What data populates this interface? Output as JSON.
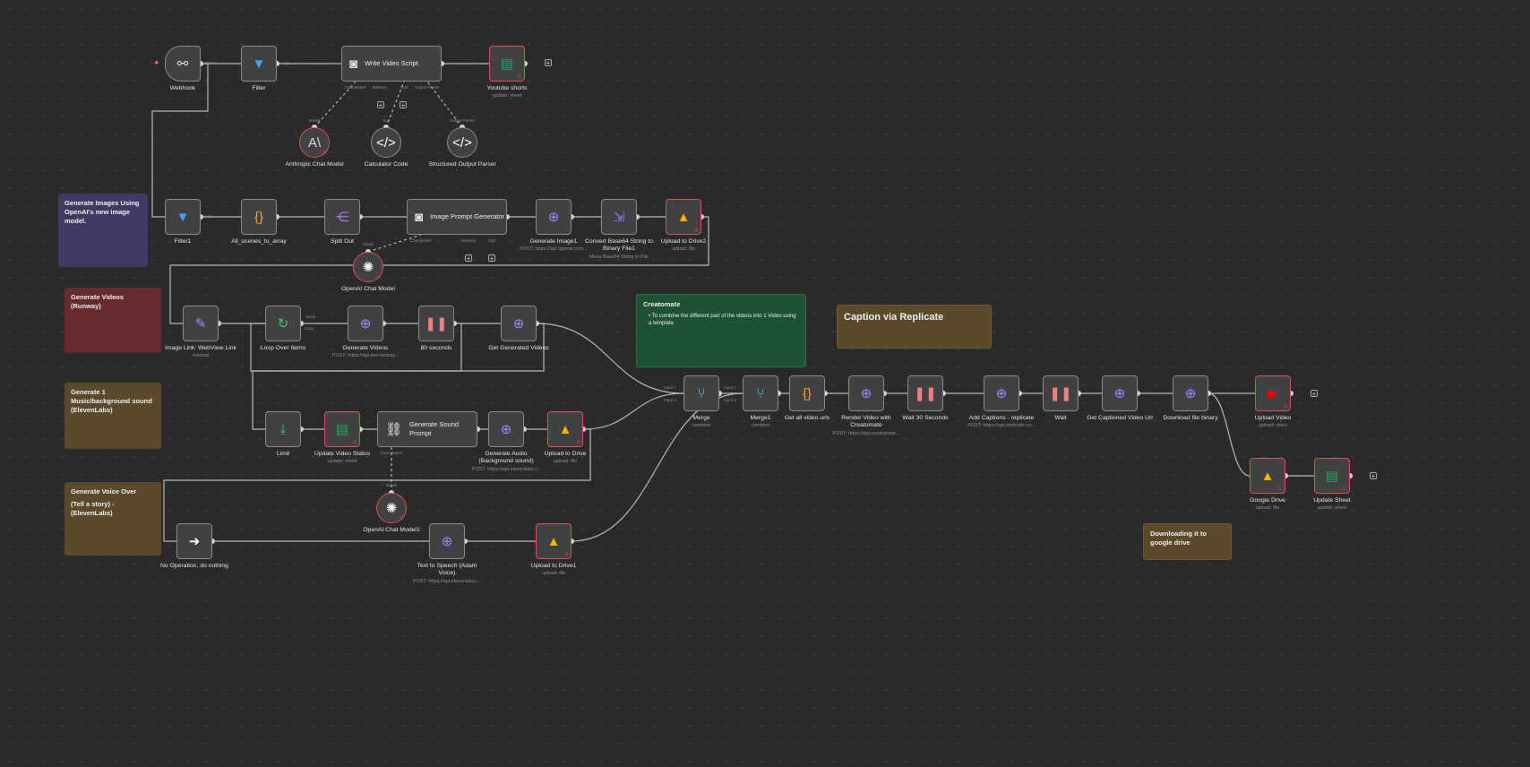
{
  "stickies": [
    {
      "id": "s_images",
      "title": "Generate Images Using OpenAI's new image model.",
      "body": "",
      "color": "#3f3a62"
    },
    {
      "id": "s_videos",
      "title": "Generate Videos (Runway)",
      "body": "",
      "color": "#652b2f"
    },
    {
      "id": "s_music",
      "title": "Generate 1 Music/background sound (ElevenLabs)",
      "body": "",
      "color": "#5a4a2b"
    },
    {
      "id": "s_voice",
      "title": "Generate Voice Over",
      "body": "(Tell a story) - (ElevenLabs)",
      "color": "#5a4a2b"
    },
    {
      "id": "s_creatomate",
      "title": "Creatomate",
      "body": "• To combine the different part of the videos into 1 Video using a template",
      "color": "#1f5133"
    },
    {
      "id": "s_caption",
      "title": "Caption via Replicate",
      "body": "",
      "color": "#5a4a2b"
    },
    {
      "id": "s_drive",
      "title": "Downloading it to google drive",
      "body": "",
      "color": "#5a4a2b"
    }
  ],
  "nodes": [
    {
      "id": "webhook",
      "name": "Webhook",
      "sub": "",
      "icon": "webhook-icon",
      "glyph": "⚯",
      "color": "#e0e0e0"
    },
    {
      "id": "filter",
      "name": "Filter",
      "sub": "",
      "icon": "filter-icon",
      "glyph": "▼",
      "color": "#4f9bf2"
    },
    {
      "id": "write_script",
      "name": "Write Video Script",
      "sub": "",
      "icon": "robot-icon",
      "glyph": "◙",
      "color": "#e0e0e0"
    },
    {
      "id": "yt_shorts",
      "name": "Youtube shorts",
      "sub": "update: sheet",
      "icon": "sheets-icon",
      "glyph": "▤",
      "color": "#22a565"
    },
    {
      "id": "anthropic",
      "name": "Anthropic Chat Model",
      "sub": "",
      "icon": "anthropic-icon",
      "glyph": "A\\",
      "color": "#d8d8d8"
    },
    {
      "id": "calculator",
      "name": "Calculator Code",
      "sub": "",
      "icon": "code-icon",
      "glyph": "</>",
      "color": "#ffffff"
    },
    {
      "id": "structured",
      "name": "Structured Output Parser",
      "sub": "",
      "icon": "code-icon",
      "glyph": "</>",
      "color": "#ffffff"
    },
    {
      "id": "filter1",
      "name": "Filter1",
      "sub": "",
      "icon": "filter-icon",
      "glyph": "▼",
      "color": "#4f9bf2"
    },
    {
      "id": "all_scenes",
      "name": "All_scenes_to_array",
      "sub": "",
      "icon": "braces-icon",
      "glyph": "{}",
      "color": "#f5a623"
    },
    {
      "id": "split_out",
      "name": "Split Out",
      "sub": "",
      "icon": "split-icon",
      "glyph": "⋲",
      "color": "#b37feb"
    },
    {
      "id": "img_prompt",
      "name": "Image Prompt Generator",
      "sub": "",
      "icon": "robot-icon",
      "glyph": "◙",
      "color": "#e0e0e0"
    },
    {
      "id": "gen_image1",
      "name": "Generate Image1",
      "sub": "POST: https://api.openai.com...",
      "icon": "globe-icon",
      "glyph": "⊕",
      "color": "#9b8cff"
    },
    {
      "id": "b64",
      "name": "Convert Base64 String to Binary File1",
      "sub": "Move Base64 String to File",
      "icon": "file-convert-icon",
      "glyph": "⇲",
      "color": "#8f7cf7"
    },
    {
      "id": "up_drive2",
      "name": "Upload to Drive2",
      "sub": "upload: file",
      "icon": "gdrive-icon",
      "glyph": "▲",
      "color": "#f4b400"
    },
    {
      "id": "openai_cm",
      "name": "OpenAI Chat Model",
      "sub": "",
      "icon": "openai-icon",
      "glyph": "✺",
      "color": "#ffffff"
    },
    {
      "id": "img_link",
      "name": "Image Link: WebView Link",
      "sub": "manual",
      "icon": "pencil-icon",
      "glyph": "✎",
      "color": "#9b8cff"
    },
    {
      "id": "loop",
      "name": "Loop Over Items",
      "sub": "",
      "icon": "loop-icon",
      "glyph": "↻",
      "color": "#34c77b"
    },
    {
      "id": "gen_videos",
      "name": "Generate Videos",
      "sub": "POST: https://api.dev.runway...",
      "icon": "globe-icon",
      "glyph": "⊕",
      "color": "#9b8cff"
    },
    {
      "id": "sec80",
      "name": "80 seconds",
      "sub": "",
      "icon": "pause-icon",
      "glyph": "❚❚",
      "color": "#f08080"
    },
    {
      "id": "get_gen_videos",
      "name": "Get Generated Videos",
      "sub": "",
      "icon": "globe-icon",
      "glyph": "⊕",
      "color": "#9b8cff"
    },
    {
      "id": "limit",
      "name": "Limit",
      "sub": "",
      "icon": "limit-icon",
      "glyph": "⤓",
      "color": "#34c77b"
    },
    {
      "id": "upd_status",
      "name": "Update Video Status",
      "sub": "update: sheet",
      "icon": "sheets-icon",
      "glyph": "▤",
      "color": "#22a565"
    },
    {
      "id": "gen_sound",
      "name": "Generate Sound Prompt",
      "sub": "",
      "icon": "chain-icon",
      "glyph": "⛓",
      "color": "#ffffff"
    },
    {
      "id": "gen_audio",
      "name": "Generate Audio (Background sound)",
      "sub": "POST: https://api.elevenlabs.i...",
      "icon": "globe-icon",
      "glyph": "⊕",
      "color": "#9b8cff"
    },
    {
      "id": "up_drive",
      "name": "Upload to Drive",
      "sub": "upload: file",
      "icon": "gdrive-icon",
      "glyph": "▲",
      "color": "#f4b400"
    },
    {
      "id": "openai_cm1",
      "name": "OpenAI Chat Model1",
      "sub": "",
      "icon": "openai-icon",
      "glyph": "✺",
      "color": "#ffffff"
    },
    {
      "id": "noop",
      "name": "No Operation, do nothing",
      "sub": "",
      "icon": "arrow-right-icon",
      "glyph": "➜",
      "color": "#ffffff"
    },
    {
      "id": "tts",
      "name": "Text to Speech (Adam Voice)",
      "sub": "POST: https://api.elevenlabs.i...",
      "icon": "globe-icon",
      "glyph": "⊕",
      "color": "#9b8cff"
    },
    {
      "id": "up_drive1",
      "name": "Upload to Drive1",
      "sub": "upload: file",
      "icon": "gdrive-icon",
      "glyph": "▲",
      "color": "#f4b400"
    },
    {
      "id": "merge",
      "name": "Merge",
      "sub": "combine",
      "icon": "merge-icon",
      "glyph": "⑂",
      "color": "#5ec8e5"
    },
    {
      "id": "merge1",
      "name": "Merge1",
      "sub": "combine",
      "icon": "merge-icon",
      "glyph": "⑂",
      "color": "#5ec8e5"
    },
    {
      "id": "get_urls",
      "name": "Get all video urls",
      "sub": "",
      "icon": "braces-icon",
      "glyph": "{}",
      "color": "#f5a623"
    },
    {
      "id": "render",
      "name": "Render Video with Creatomate",
      "sub": "POST: https://api.creatomate...",
      "icon": "globe-icon",
      "glyph": "⊕",
      "color": "#9b8cff"
    },
    {
      "id": "wait30",
      "name": "Wait 30 Seconds",
      "sub": "",
      "icon": "pause-icon",
      "glyph": "❚❚",
      "color": "#f08080"
    },
    {
      "id": "add_captions",
      "name": "Add Captions - replicate",
      "sub": "POST: https://api.replicate.co...",
      "icon": "globe-icon",
      "glyph": "⊕",
      "color": "#9b8cff"
    },
    {
      "id": "wait",
      "name": "Wait",
      "sub": "",
      "icon": "pause-icon",
      "glyph": "❚❚",
      "color": "#f08080"
    },
    {
      "id": "get_captioned",
      "name": "Get Captioned Video Url",
      "sub": "",
      "icon": "globe-icon",
      "glyph": "⊕",
      "color": "#9b8cff"
    },
    {
      "id": "download",
      "name": "Download file binary",
      "sub": "",
      "icon": "globe-icon",
      "glyph": "⊕",
      "color": "#9b8cff"
    },
    {
      "id": "upload_video",
      "name": "Upload Video",
      "sub": "upload: video",
      "icon": "youtube-icon",
      "glyph": "▶",
      "color": "#ff0000"
    },
    {
      "id": "gdrive",
      "name": "Google Drive",
      "sub": "upload: file",
      "icon": "gdrive-icon",
      "glyph": "▲",
      "color": "#f4b400"
    },
    {
      "id": "update_sheet",
      "name": "Update Sheet",
      "sub": "update: sheet",
      "icon": "sheets-icon",
      "glyph": "▤",
      "color": "#22a565"
    }
  ],
  "ports": {
    "post": "POST",
    "kept": "Kept",
    "chat_model": "Chat Model*",
    "memory": "Memory",
    "tool": "Tool",
    "output_parser": "Output Parser",
    "model": "Model",
    "done": "Done",
    "loop": "Loop",
    "input1": "Input 1",
    "input2": "Input 2"
  }
}
